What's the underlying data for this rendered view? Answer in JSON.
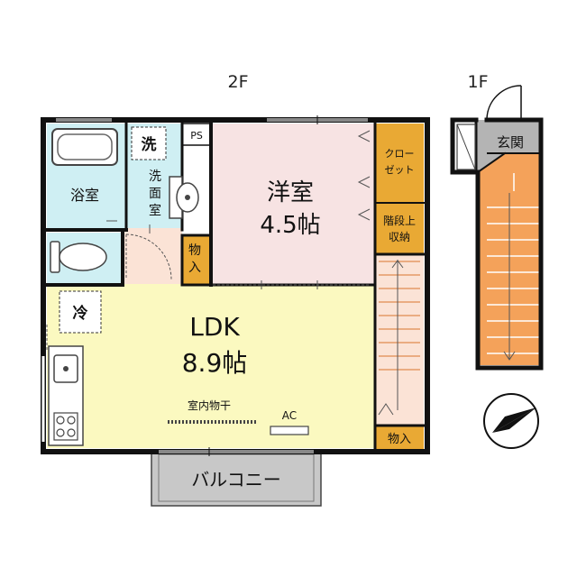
{
  "floor_labels": {
    "second": "2F",
    "first": "1F"
  },
  "rooms": {
    "bath": "浴室",
    "washroom_chars": [
      "洗",
      "面",
      "室"
    ],
    "western": "洋室",
    "western_size": "4.5帖",
    "closet_lines": [
      "クロー",
      "ゼット"
    ],
    "stair_storage_lines": [
      "階段上",
      "収納"
    ],
    "storage_vertical": [
      "物",
      "入"
    ],
    "storage_bottom": "物入",
    "ldk": "LDK",
    "ldk_size": "8.9帖",
    "indoor_dry": "室内物干",
    "ac": "AC",
    "balcony": "バルコニー",
    "entrance": "玄関"
  },
  "symbols": {
    "washer": "洗",
    "fridge": "冷",
    "ps": "PS"
  },
  "colors": {
    "wall": "#111111",
    "bath_blue": "#cfeff3",
    "western_pink": "#f7e3e3",
    "ldk_yellow": "#fbf9c0",
    "storage_orange": "#e9a934",
    "balcony_gray": "#c8c8c8",
    "entrance_gray": "#b4b4b4",
    "stair_orange": "#f4a25a",
    "hall_peach": "#fbe3d6",
    "mark_red": "#d9534f"
  },
  "icons": [
    "compass-icon",
    "bathtub-icon",
    "toilet-icon",
    "sink-icon",
    "stove-icon",
    "washing-machine-icon",
    "refrigerator-icon"
  ]
}
